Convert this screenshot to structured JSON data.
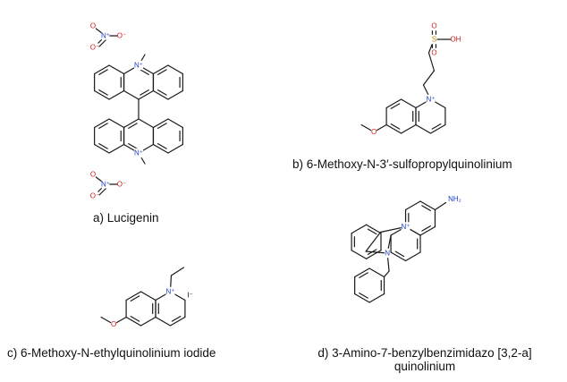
{
  "captions": {
    "a": "a) Lucigenin",
    "b": "b) 6-Methoxy-N-3′-sulfopropylquinolinium",
    "c": "c) 6-Methoxy-N-ethylquinolinium iodide",
    "d_line1": "d) 3-Amino-7-benzylbenzimidazo [3,2-a]",
    "d_line2": "quinolinium"
  },
  "atom_labels": {
    "n_plus": "N⁺",
    "n": "N",
    "o": "O",
    "o_minus": "O⁻",
    "s": "S",
    "oh": "OH",
    "nh2": "NH₂",
    "iodide": "I⁻"
  },
  "colors": {
    "bond": "#1a1a1a",
    "nitrogen": "#1f3fbf",
    "oxygen": "#d11a1a",
    "sulfur": "#b08a00",
    "carbon_text": "#111111"
  }
}
